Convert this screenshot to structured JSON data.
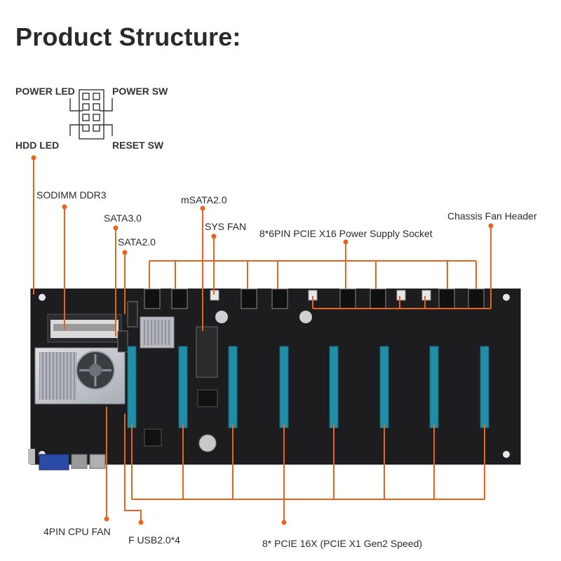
{
  "title": "Product Structure:",
  "front_panel": {
    "power_led": "POWER LED",
    "power_sw": "POWER SW",
    "hdd_led": "HDD  LED",
    "reset_sw": "RESET SW"
  },
  "callouts": {
    "sodimm": "SODIMM DDR3",
    "sata3": "SATA3.0",
    "sata2": "SATA2.0",
    "msata": "mSATA2.0",
    "sys_fan": "SYS FAN",
    "pcie_power": "8*6PIN PCIE X16 Power Supply Socket",
    "chassis_fan": "Chassis Fan Header",
    "cpu_fan": "4PIN CPU FAN",
    "usb": "F USB2.0*4",
    "pcie_slots": "8* PCIE 16X (PCIE X1 Gen2 Speed)"
  },
  "colors": {
    "callout_line": "#e8641c",
    "board": "#1d1d1f",
    "pcie_slot": "#1f8ea6",
    "heatsink": "#c9ccd1"
  }
}
